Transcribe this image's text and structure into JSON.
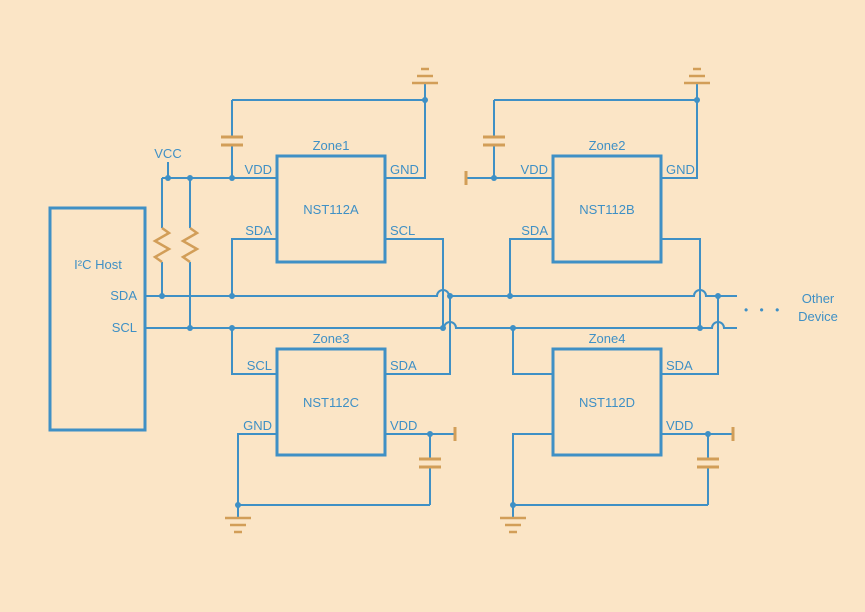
{
  "colors": {
    "background": "#FBE5C6",
    "wire_blue": "#3F90C5",
    "component_tan": "#D29E58"
  },
  "host": {
    "title": "I²C Host",
    "sda": "SDA",
    "scl": "SCL"
  },
  "vcc": "VCC",
  "zones": {
    "zone1": {
      "title": "Zone1",
      "chip": "NST112A",
      "vdd": "VDD",
      "gnd": "GND",
      "sda": "SDA",
      "scl": "SCL"
    },
    "zone2": {
      "title": "Zone2",
      "chip": "NST112B",
      "vdd": "VDD",
      "gnd": "GND",
      "sda": "SDA"
    },
    "zone3": {
      "title": "Zone3",
      "chip": "NST112C",
      "scl": "SCL",
      "sda": "SDA",
      "gnd": "GND",
      "vdd": "VDD"
    },
    "zone4": {
      "title": "Zone4",
      "chip": "NST112D",
      "sda": "SDA",
      "vdd": "VDD"
    }
  },
  "bus": {
    "ellipsis": "• • •",
    "other_device": {
      "line1": "Other",
      "line2": "Device"
    }
  }
}
